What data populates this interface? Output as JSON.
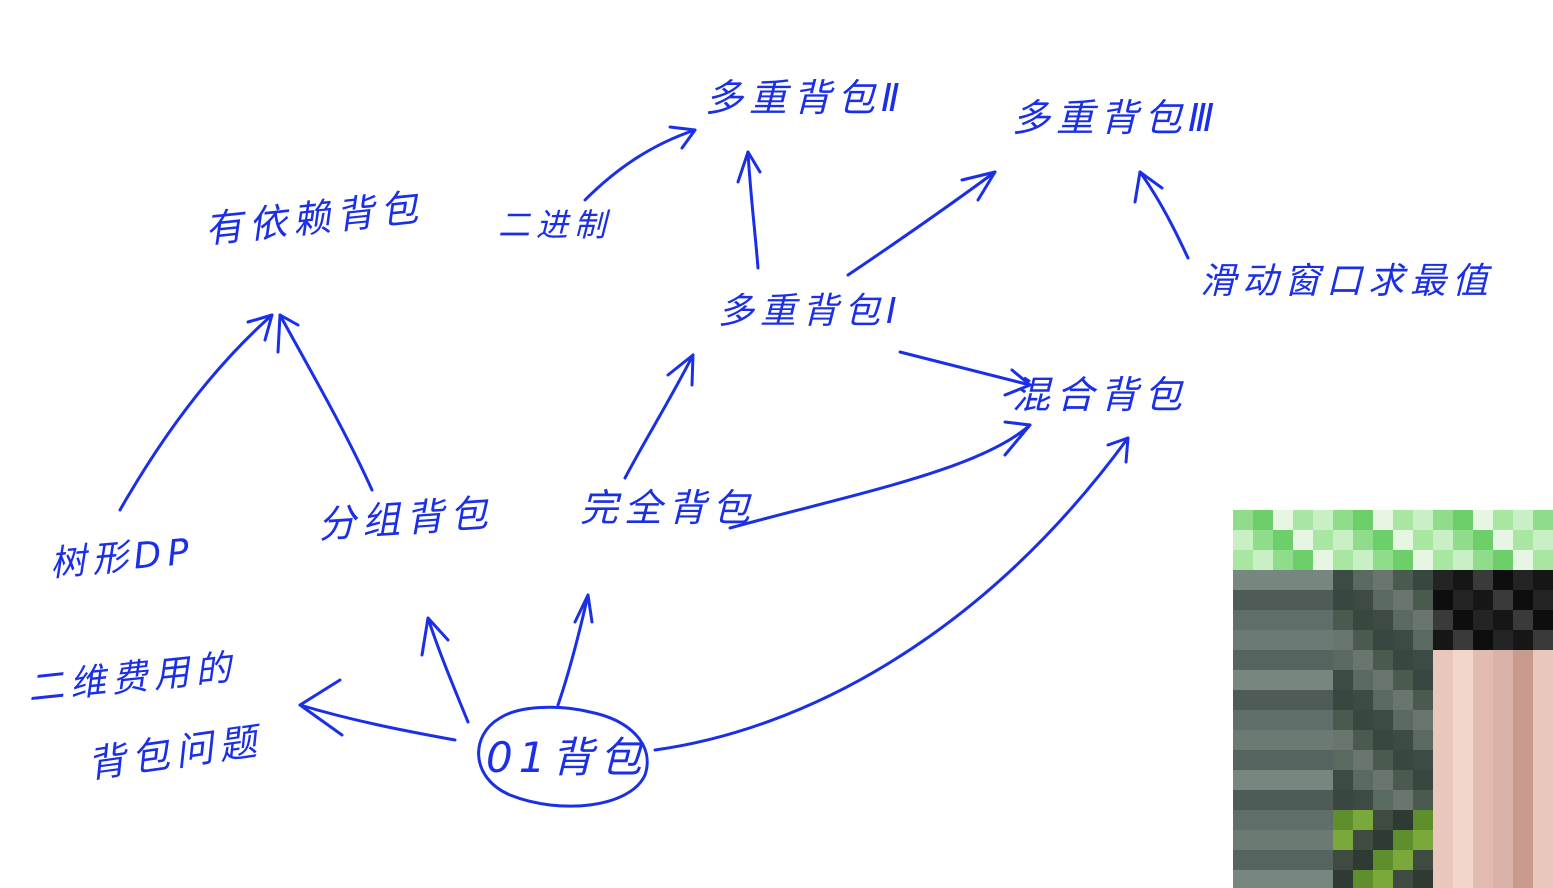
{
  "diagram": {
    "nodes": [
      {
        "id": "zero_one",
        "label": "01背包"
      },
      {
        "id": "two_dim",
        "label": "二维费用的"
      },
      {
        "id": "two_dim_2",
        "label": "背包问题"
      },
      {
        "id": "group",
        "label": "分组背包"
      },
      {
        "id": "complete",
        "label": "完全背包"
      },
      {
        "id": "mixed",
        "label": "混合背包"
      },
      {
        "id": "multi1",
        "label": "多重背包Ⅰ"
      },
      {
        "id": "multi2",
        "label": "多重背包Ⅱ"
      },
      {
        "id": "multi3",
        "label": "多重背包Ⅲ"
      },
      {
        "id": "tree_dp",
        "label": "树形DP"
      },
      {
        "id": "dependent",
        "label": "有依赖背包"
      },
      {
        "id": "binary",
        "label": "二进制"
      },
      {
        "id": "sliding",
        "label": "滑动窗口求最值"
      }
    ],
    "edges": [
      {
        "from": "zero_one",
        "to": "two_dim"
      },
      {
        "from": "zero_one",
        "to": "group"
      },
      {
        "from": "zero_one",
        "to": "complete"
      },
      {
        "from": "zero_one",
        "to": "mixed"
      },
      {
        "from": "complete",
        "to": "multi1"
      },
      {
        "from": "complete",
        "to": "mixed"
      },
      {
        "from": "multi1",
        "to": "mixed"
      },
      {
        "from": "multi1",
        "to": "multi2"
      },
      {
        "from": "multi1",
        "to": "multi3"
      },
      {
        "from": "tree_dp",
        "to": "dependent"
      },
      {
        "from": "group",
        "to": "dependent"
      },
      {
        "from": "binary",
        "to": "multi2"
      },
      {
        "from": "sliding",
        "to": "multi3"
      }
    ],
    "colors": {
      "ink": "#1a2fe6",
      "background": "#ffffff"
    }
  },
  "webcam": {
    "state": "pixelated"
  }
}
